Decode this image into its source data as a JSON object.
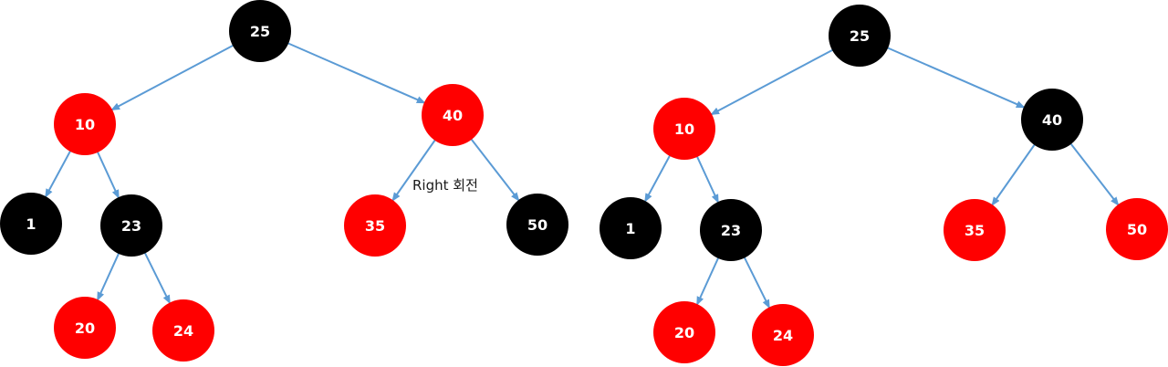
{
  "colors": {
    "red": "#ff0000",
    "black": "#000000",
    "edge": "#5b9bd5",
    "label": "#ffffff"
  },
  "annotation": "Right 회전",
  "trees": [
    {
      "id": "before",
      "nodes": [
        {
          "id": "n25",
          "label": "25",
          "color": "black"
        },
        {
          "id": "n10",
          "label": "10",
          "color": "red"
        },
        {
          "id": "n40",
          "label": "40",
          "color": "red"
        },
        {
          "id": "n1",
          "label": "1",
          "color": "black"
        },
        {
          "id": "n23",
          "label": "23",
          "color": "black"
        },
        {
          "id": "n35",
          "label": "35",
          "color": "red"
        },
        {
          "id": "n50",
          "label": "50",
          "color": "black"
        },
        {
          "id": "n20",
          "label": "20",
          "color": "red"
        },
        {
          "id": "n24",
          "label": "24",
          "color": "red"
        }
      ],
      "edges": [
        {
          "from": "n25",
          "to": "n10"
        },
        {
          "from": "n25",
          "to": "n40"
        },
        {
          "from": "n10",
          "to": "n1"
        },
        {
          "from": "n10",
          "to": "n23"
        },
        {
          "from": "n40",
          "to": "n35"
        },
        {
          "from": "n40",
          "to": "n50"
        },
        {
          "from": "n23",
          "to": "n20"
        },
        {
          "from": "n23",
          "to": "n24"
        }
      ]
    },
    {
      "id": "after",
      "nodes": [
        {
          "id": "n25",
          "label": "25",
          "color": "black"
        },
        {
          "id": "n10",
          "label": "10",
          "color": "red"
        },
        {
          "id": "n40",
          "label": "40",
          "color": "black"
        },
        {
          "id": "n1",
          "label": "1",
          "color": "black"
        },
        {
          "id": "n23",
          "label": "23",
          "color": "black"
        },
        {
          "id": "n35",
          "label": "35",
          "color": "red"
        },
        {
          "id": "n50",
          "label": "50",
          "color": "red"
        },
        {
          "id": "n20",
          "label": "20",
          "color": "red"
        },
        {
          "id": "n24",
          "label": "24",
          "color": "red"
        }
      ],
      "edges": [
        {
          "from": "n25",
          "to": "n10"
        },
        {
          "from": "n25",
          "to": "n40"
        },
        {
          "from": "n10",
          "to": "n1"
        },
        {
          "from": "n10",
          "to": "n23"
        },
        {
          "from": "n40",
          "to": "n35"
        },
        {
          "from": "n40",
          "to": "n50"
        },
        {
          "from": "n23",
          "to": "n20"
        },
        {
          "from": "n23",
          "to": "n24"
        }
      ]
    }
  ]
}
